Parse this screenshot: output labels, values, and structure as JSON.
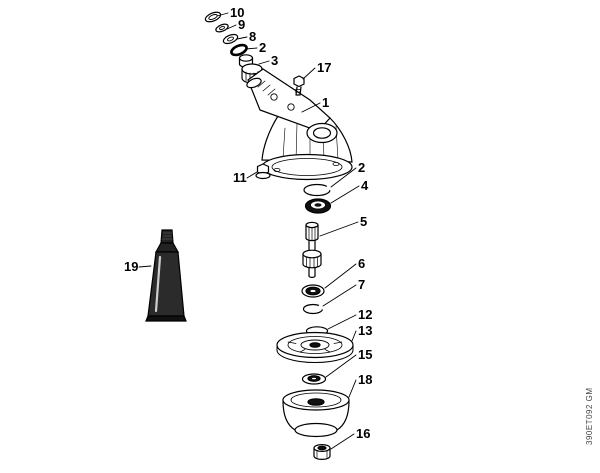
{
  "diagram": {
    "watermark": "390ET092 GM",
    "colors": {
      "line": "#000000",
      "background": "#ffffff",
      "dark_fill": "#111111"
    },
    "callouts": {
      "c10": "10",
      "c9": "9",
      "c8": "8",
      "c2a": "2",
      "c3": "3",
      "c17": "17",
      "c1": "1",
      "c11": "11",
      "c2b": "2",
      "c4": "4",
      "c5": "5",
      "c6": "6",
      "c7": "7",
      "c12": "12",
      "c13": "13",
      "c15": "15",
      "c18": "18",
      "c16": "16",
      "c19": "19"
    }
  }
}
